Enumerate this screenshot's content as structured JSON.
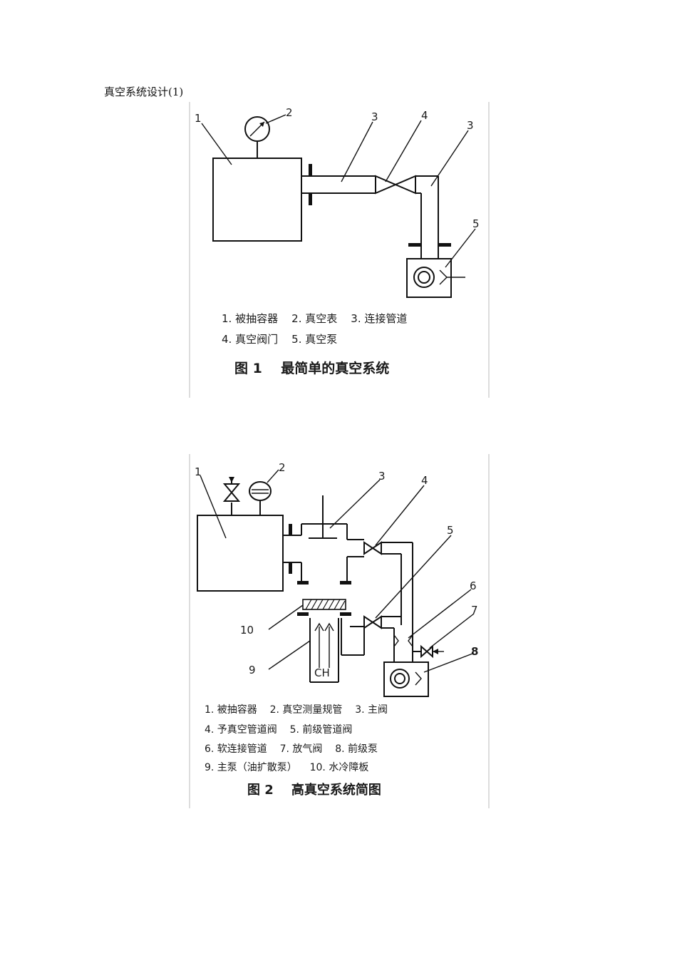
{
  "document": {
    "title": "真空系统设计(1)"
  },
  "figure1": {
    "callouts": [
      "1",
      "2",
      "3",
      "4",
      "3",
      "5"
    ],
    "legend_lines": [
      "1. 被抽容器    2. 真空表    3. 连接管道",
      "4. 真空阀门    5. 真空泵"
    ],
    "caption": "图 1    最简单的真空系统"
  },
  "figure2": {
    "callouts": [
      "1",
      "2",
      "3",
      "4",
      "5",
      "6",
      "7",
      "8",
      "9",
      "10"
    ],
    "pump_label": "CH",
    "legend_lines": [
      "1. 被抽容器    2. 真空测量规管    3. 主阀",
      "4. 予真空管道阀    5. 前级管道阀",
      "6. 软连接管道    7. 放气阀    8. 前级泵",
      "9. 主泵（油扩散泵）    10. 水冷障板"
    ],
    "caption": "图 2    高真空系统简图"
  }
}
